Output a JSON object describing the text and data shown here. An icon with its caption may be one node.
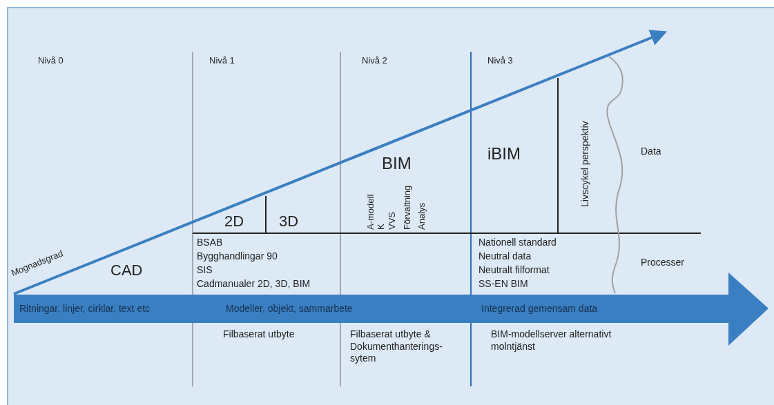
{
  "diagram": {
    "nodes": [
      {
        "text": [
          "Ritningar, linjer, cirklar, text etc",
          "Modeller, objekt, sammarbete",
          "Integrerad gemensam data"
        ]
      }
    ],
    "labels": [
      "Nivå 0",
      "Nivå 1",
      "Nivå 2",
      "Nivå 3",
      "Data",
      "iBIM",
      "BIM",
      "Livscykel perspektiv",
      "A-modell",
      "K",
      "VVS",
      "Förvaltning",
      "Analys",
      "2D",
      "3D",
      "BSAB",
      "Bygghandlingar 90",
      "SIS",
      "Cadmanualer 2D, 3D, BIM",
      "Nationell standard",
      "Neutral data",
      "Neutralt filformat",
      "SS-EN BIM",
      "Processer",
      "Mognadsgrad",
      "CAD",
      "Filbaserat utbyte",
      "Filbaserat utbyte & Dokumenthanterings- sytem",
      "BIM-modellserver alternativt molntjänst"
    ]
  }
}
